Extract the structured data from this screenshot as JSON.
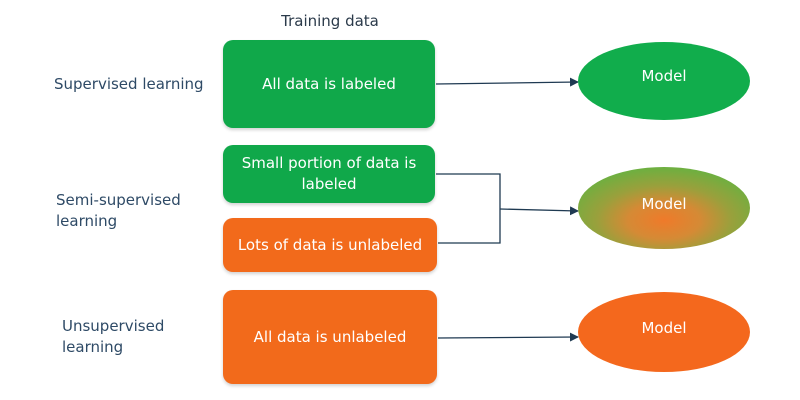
{
  "header": {
    "title": "Training data"
  },
  "rows": {
    "supervised": {
      "label": "Supervised learning",
      "box_text": "All data is labeled",
      "model_text": "Model"
    },
    "semi_supervised": {
      "label_line1": "Semi-supervised",
      "label_line2": "learning",
      "box_top_line1": "Small portion of data is",
      "box_top_line2": "labeled",
      "box_bottom_text": "Lots of data is unlabeled",
      "model_text": "Model"
    },
    "unsupervised": {
      "label_line1": "Unsupervised",
      "label_line2": "learning",
      "box_text": "All data is unlabeled",
      "model_text": "Model"
    }
  },
  "colors": {
    "labeled": "#10a84a",
    "unlabeled": "#f26a1b",
    "connector": "#1f3a52"
  }
}
